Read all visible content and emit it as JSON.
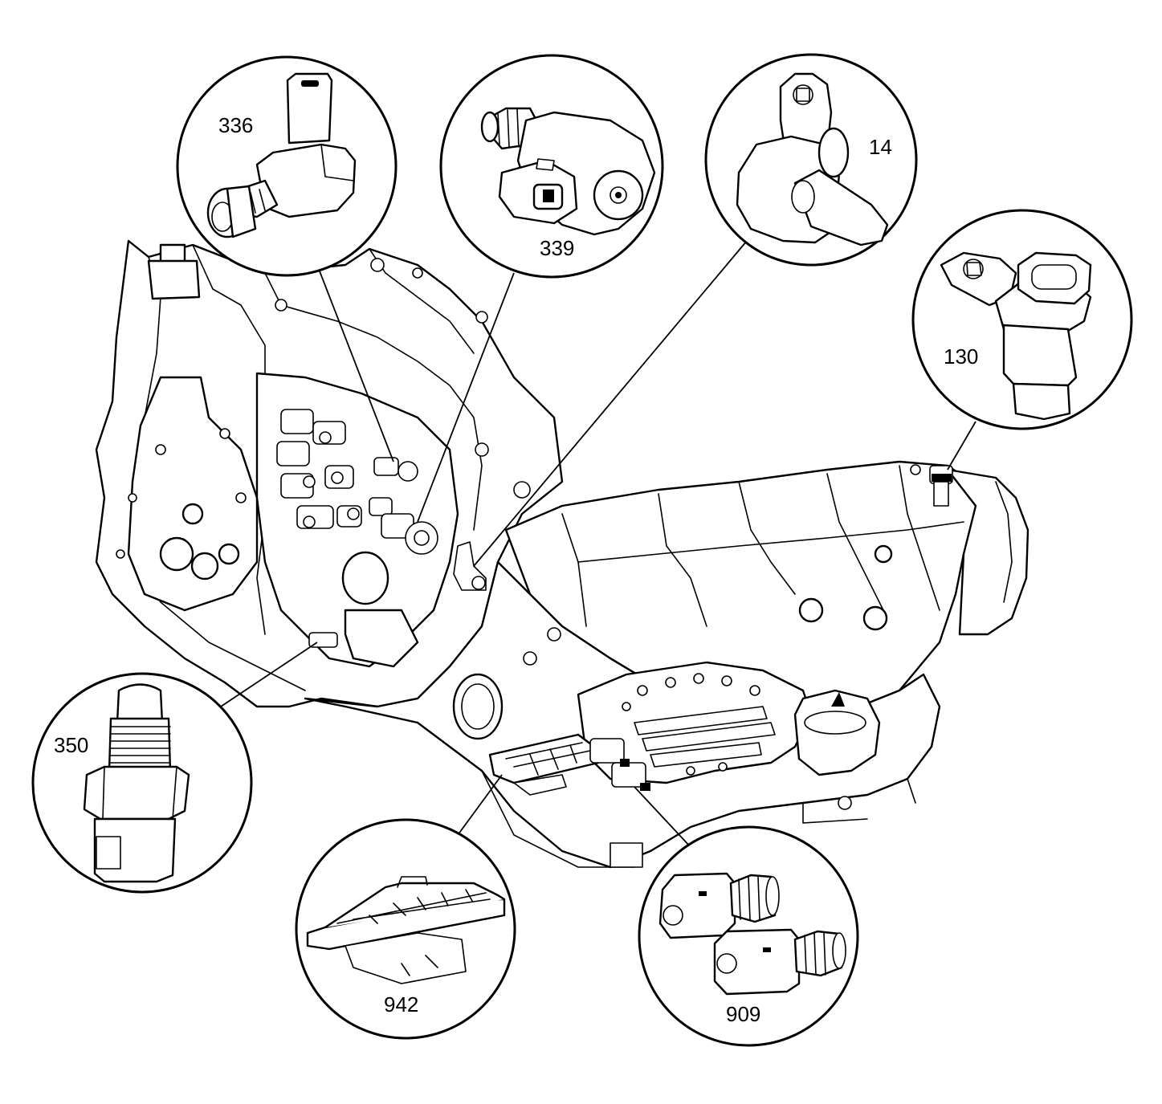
{
  "callouts": [
    {
      "id": "336"
    },
    {
      "id": "339"
    },
    {
      "id": "14"
    },
    {
      "id": "130"
    },
    {
      "id": "350"
    },
    {
      "id": "942"
    },
    {
      "id": "909"
    }
  ]
}
